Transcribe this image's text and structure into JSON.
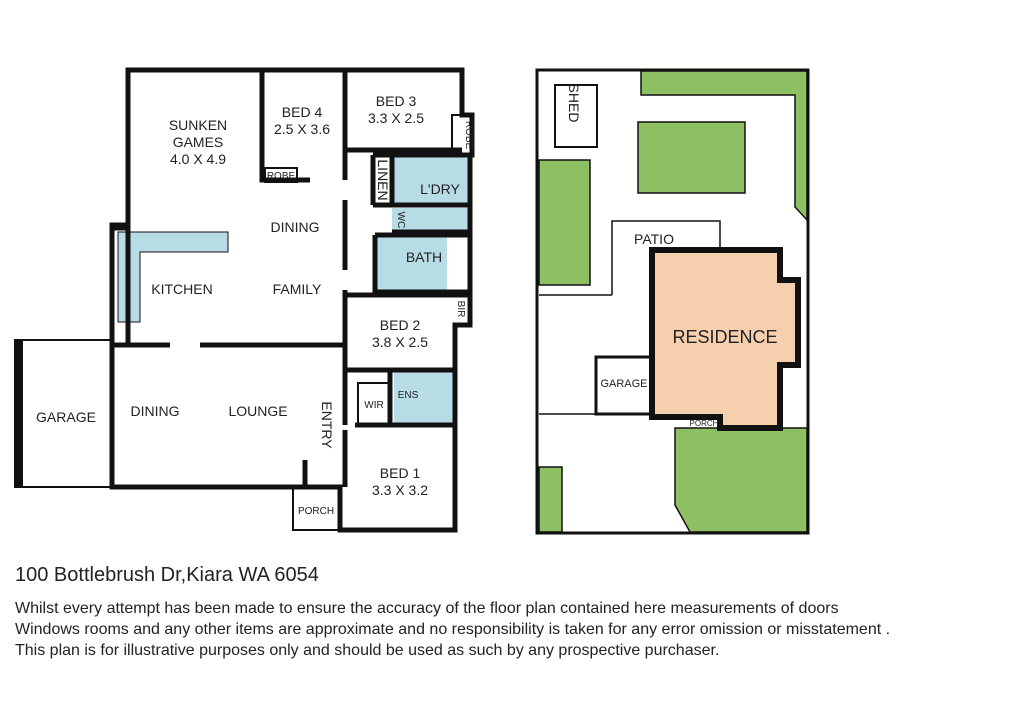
{
  "floor_plan": {
    "rooms": {
      "sunken_games": {
        "name1": "SUNKEN",
        "name2": "GAMES",
        "size": "4.0 X 4.9"
      },
      "bed4": {
        "name": "BED 4",
        "size": "2.5 X 3.6"
      },
      "bed3": {
        "name": "BED 3",
        "size": "3.3 X 2.5"
      },
      "bed2": {
        "name": "BED 2",
        "size": "3.8 X 2.5"
      },
      "bed1": {
        "name": "BED 1",
        "size": "3.3 X 3.2"
      },
      "robe1": "ROBE",
      "robe2": "ROBE",
      "linen": "LINEN",
      "laundry": "L'DRY",
      "wc": "WC",
      "bath": "BATH",
      "bir": "BIR",
      "dining_upper": "DINING",
      "kitchen": "KITCHEN",
      "family": "FAMILY",
      "garage": "GARAGE",
      "dining_lower": "DINING",
      "lounge": "LOUNGE",
      "entry": "ENTRY",
      "wir": "WIR",
      "ens": "ENS",
      "porch": "PORCH"
    }
  },
  "site_plan": {
    "shed": "SHED",
    "patio": "PATIO",
    "residence": "RESIDENCE",
    "garage": "GARAGE",
    "porch": "PORCH",
    "colors": {
      "grass": "#8fbf63",
      "residence": "#f5cfae",
      "wet": "#b7dce6"
    }
  },
  "address": "100 Bottlebrush Dr,Kiara WA 6054",
  "disclaimer": [
    "Whilst every attempt has been made to ensure the accuracy of the floor plan contained here measurements of doors",
    "Windows rooms and any other items are approximate and no responsibility is taken for any error omission or misstatement .",
    "This plan is for illustrative purposes only and should be used as such by any prospective purchaser."
  ]
}
